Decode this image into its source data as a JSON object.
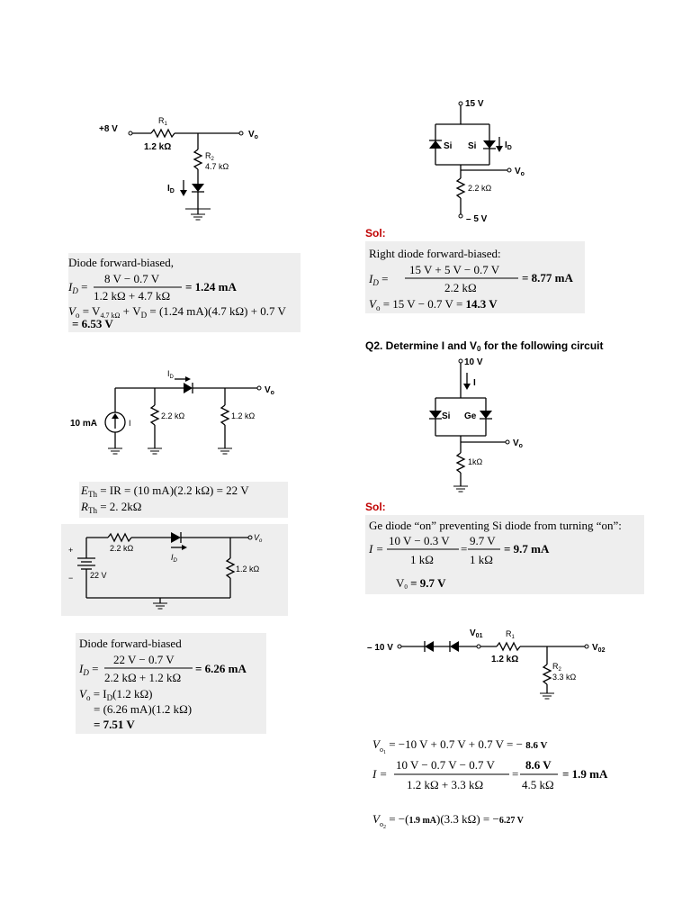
{
  "c1": {
    "vin": "+8 V",
    "r1_name": "R",
    "r1_sub": "1",
    "r1_val": "1.2 kΩ",
    "r2_name": "R",
    "r2_sub": "2",
    "r2_val": "4.7 kΩ",
    "id": "I",
    "id_sub": "D",
    "vo": "V",
    "vo_sub": "o",
    "s1": "Diode forward-biased,",
    "s2_lhs": "I",
    "s2_lhs_sub": "D",
    "s2_num": "8 V − 0.7 V",
    "s2_den": "1.2 kΩ + 4.7 kΩ",
    "s2_res": "= 1.24 mA",
    "s3_a": "V",
    "s3_a_sub": "o",
    "s3_b": "= V",
    "s3_b_sub": "4.7 kΩ",
    "s3_c": "+ V",
    "s3_c_sub": "D",
    "s3_d": "= (1.24 mA)(4.7 kΩ) + 0.7 V",
    "s4": "= 6.53 V"
  },
  "c2": {
    "vtop": "15 V",
    "d1": "Si",
    "d2": "Si",
    "id": "I",
    "id_sub": "D",
    "vo": "V",
    "vo_sub": "o",
    "r": "2.2 kΩ",
    "vbot": "– 5 V",
    "sol": "Sol:",
    "s1": "Right diode forward-biased:",
    "s2_lhs": "I",
    "s2_lhs_sub": "D",
    "s2_num": "15 V + 5 V − 0.7 V",
    "s2_den": "2.2 kΩ",
    "s2_res": "= 8.77 mA",
    "s3_a": "V",
    "s3_a_sub": "o",
    "s3_b": "= 15 V − 0.7 V =",
    "s3_res": "14.3 V"
  },
  "q2": {
    "title": "Q2. Determine I and V",
    "title_sub": "0",
    "title_tail": " for the following circuit",
    "vtop": "10 V",
    "i": "I",
    "d1": "Si",
    "d2": "Ge",
    "vo": "V",
    "vo_sub": "o",
    "r": "1kΩ",
    "sol": "Sol:",
    "s1": "Ge diode “on” preventing Si diode from turning “on”:",
    "s2_lhs": "I =",
    "s2_num1": "10 V − 0.3 V",
    "s2_den1": "1 kΩ",
    "s2_num2": "9.7 V",
    "s2_den2": "1 kΩ",
    "s2_res": "= 9.7 mA",
    "s3": "V",
    "s3_sub": "0",
    "s3_b": "= 9.7 V"
  },
  "c3": {
    "isrc": "10 mA",
    "isrc_label": "I",
    "r1": "2.2 kΩ",
    "r2": "1.2 kΩ",
    "id": "I",
    "id_sub": "D",
    "vo": "V",
    "vo_sub": "o",
    "s1_a": "E",
    "s1_a_sub": "Th",
    "s1_b": "= IR = (10 mA)(2.2 kΩ) = 22 V",
    "s2_a": "R",
    "s2_a_sub": "Th",
    "s2_b": "= 2. 2kΩ",
    "th_plus": "+",
    "th_minus": "−",
    "th_v": "22 V",
    "th_r": "2.2 kΩ",
    "th_id": "I",
    "th_id_sub": "D",
    "th_r2": "1.2 kΩ",
    "th_vo": "V",
    "th_vo_sub": "o",
    "s3": "Diode forward-biased",
    "s4_lhs": "I",
    "s4_lhs_sub": "D",
    "s4_num": "22 V − 0.7 V",
    "s4_den": "2.2 kΩ + 1.2 kΩ",
    "s4_res": "= 6.26 mA",
    "s5_a": "V",
    "s5_a_sub": "o",
    "s5_b": "= I",
    "s5_b_sub": "D",
    "s5_c": "(1.2 kΩ)",
    "s6": "= (6.26 mA)(1.2 kΩ)",
    "s7": "= 7.51 V"
  },
  "c4": {
    "vin": "– 10 V",
    "vo1": "V",
    "vo1_sub": "01",
    "r1": "R",
    "r1_sub": "1",
    "r1_val": "1.2 kΩ",
    "r2": "R",
    "r2_sub": "2",
    "r2_val": "3.3 kΩ",
    "vo2": "V",
    "vo2_sub": "02",
    "s1_a": "V",
    "s1_a_sub": "o",
    "s1_a_sub2": "1",
    "s1_b": "= −10 V + 0.7 V + 0.7 V = −",
    "s1_res": "8.6 V",
    "s2_lhs": "I =",
    "s2_num1": "10 V − 0.7 V − 0.7 V",
    "s2_den1": "1.2 kΩ + 3.3 kΩ",
    "s2_num2": "8.6 V",
    "s2_den2": "4.5 kΩ",
    "s2_res": "= 1.9 mA",
    "s3_a": "V",
    "s3_a_sub": "o",
    "s3_a_sub2": "2",
    "s3_b": "= −(",
    "s3_c": "1.9 mA",
    "s3_d": ")(3.3 kΩ) = −",
    "s3_res": "6.27 V"
  }
}
